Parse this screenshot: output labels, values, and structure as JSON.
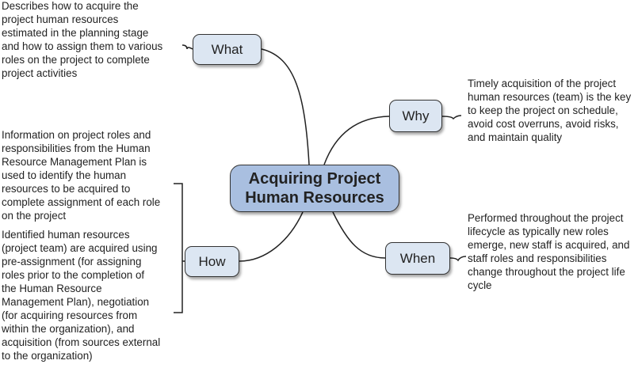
{
  "center": {
    "line1": "Acquiring Project",
    "line2": "Human Resources"
  },
  "branches": {
    "what": {
      "label": "What",
      "text": [
        "Describes how to acquire the",
        "project human resources",
        "estimated in the planning stage",
        "and how to assign them to various",
        "roles on the project to complete",
        "project activities"
      ]
    },
    "why": {
      "label": "Why",
      "text": [
        "Timely acquisition of the project",
        "human resources (team) is the key",
        "to keep the project on schedule,",
        "avoid cost overruns, avoid risks,",
        "and maintain quality"
      ]
    },
    "how": {
      "label": "How",
      "paragraph1": [
        "Information on project roles and",
        "responsibilities from the Human",
        "Resource Management Plan is",
        "used to identify the human",
        "resources to be acquired to",
        "complete assignment of each role",
        "on the project"
      ],
      "paragraph2": [
        "Identified human resources",
        "(project team) are acquired using",
        "pre-assignment (for assigning",
        "roles prior to the completion of",
        "the Human Resource",
        "Management Plan), negotiation",
        "(for acquiring resources from",
        "within the organization), and",
        "acquisition (from sources external",
        "to the organization)"
      ]
    },
    "when": {
      "label": "When",
      "text": [
        "Performed throughout the project",
        "lifecycle as typically new roles",
        "emerge, new staff is acquired, and",
        "staff roles and responsibilities",
        "change throughout the project life",
        "cycle"
      ]
    }
  },
  "colors": {
    "center_fill": "#a9bfe0",
    "node_fill": "#dce6f2",
    "line": "#222222"
  }
}
